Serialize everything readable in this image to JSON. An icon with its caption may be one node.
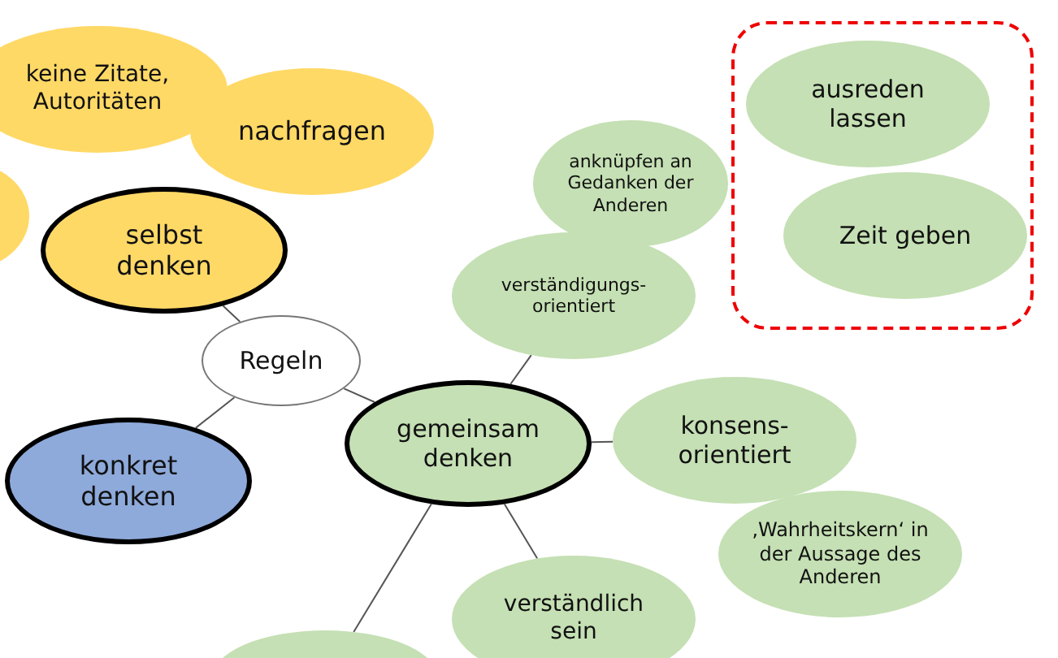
{
  "diagram": {
    "nodes": [
      {
        "text": [
          "keine Zitate, Autoritäten"
        ]
      },
      {
        "text": [],
        "shape": "ellipse"
      },
      {
        "text": [
          "nachfragen"
        ]
      },
      {
        "text": [
          "selbst denken"
        ]
      },
      {
        "text": [
          "Regeln"
        ]
      },
      {
        "text": [
          "konkret denken"
        ]
      },
      {
        "text": [
          "gemeinsam denken"
        ]
      },
      {
        "text": [
          "anknüpfen an Gedanken der Anderen"
        ]
      },
      {
        "text": [
          "verständigungs-orientiert"
        ]
      },
      {
        "text": [],
        "shape": "box"
      },
      {
        "text": [
          "ausreden lassen"
        ],
        "in": 9
      },
      {
        "text": [
          "Zeit geben"
        ],
        "in": 9
      },
      {
        "text": [
          "konsens-orientiert"
        ]
      },
      {
        "text": [
          "‚Wahrheitskern‘ in der Aussage des Anderen"
        ]
      },
      {
        "text": [
          "verständlich sein"
        ]
      },
      {
        "text": [],
        "shape": "ellipse"
      }
    ],
    "edges": [
      {
        "from": 3,
        "to": 4,
        "arrow": "none"
      },
      {
        "from": 4,
        "to": 5,
        "arrow": "none"
      },
      {
        "from": 4,
        "to": 6,
        "arrow": "none"
      },
      {
        "from": 6,
        "to": 8,
        "arrow": "none"
      },
      {
        "from": 6,
        "to": 12,
        "arrow": "none"
      },
      {
        "from": 6,
        "to": 14,
        "arrow": "none"
      },
      {
        "from": 6,
        "to": 15,
        "arrow": "none"
      }
    ]
  }
}
